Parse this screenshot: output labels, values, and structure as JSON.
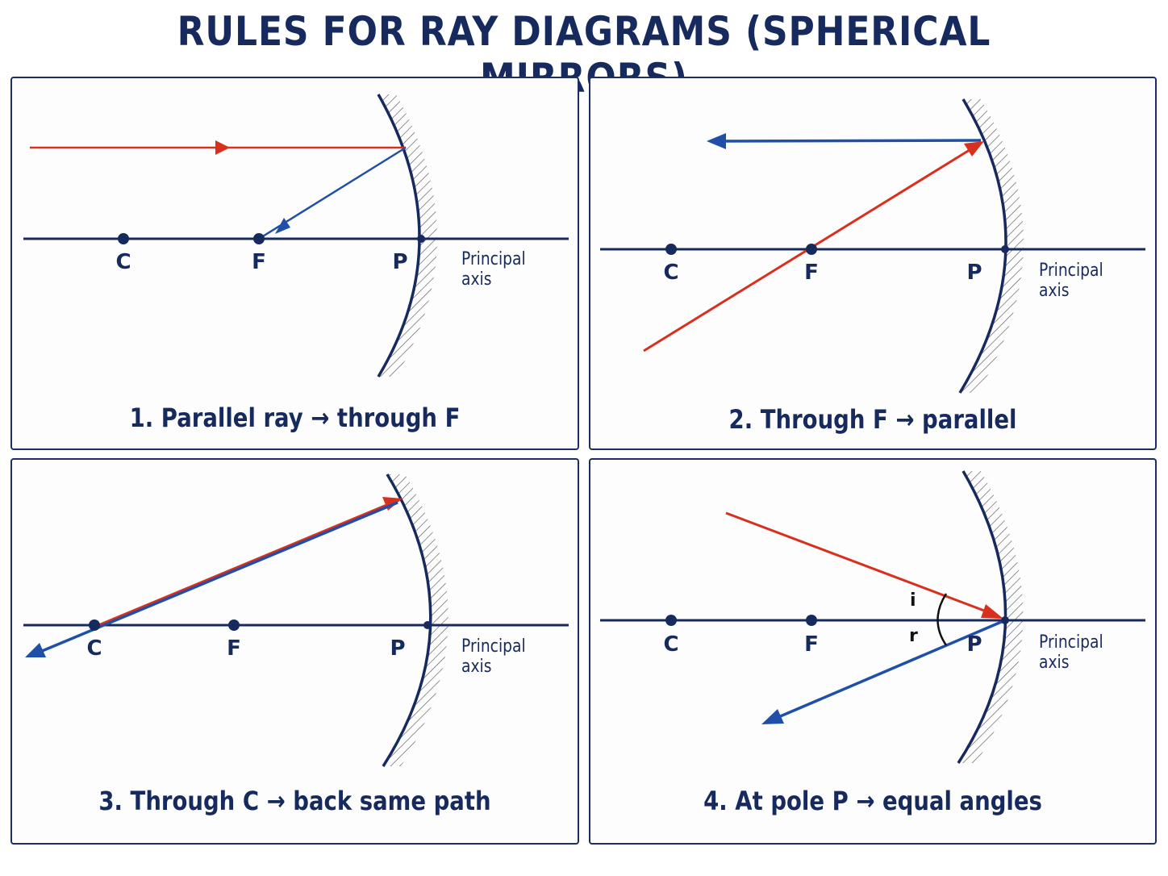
{
  "title": "RULES FOR RAY DIAGRAMS (SPHERICAL MIRRORS)",
  "colors": {
    "navy": "#172a5e",
    "incident_ray": "#d9301e",
    "reflected_ray": "#1f4fa8",
    "panel_border": "#1d2e62"
  },
  "points": {
    "c": "C",
    "f": "F",
    "p": "P"
  },
  "axis_label": "Principal axis",
  "angles": {
    "incidence": "i",
    "reflection": "r"
  },
  "panels": [
    {
      "caption": "1. Parallel ray → through F"
    },
    {
      "caption": "2. Through F → parallel"
    },
    {
      "caption": "3. Through C → back same path"
    },
    {
      "caption": "4. At pole P → equal angles"
    }
  ]
}
